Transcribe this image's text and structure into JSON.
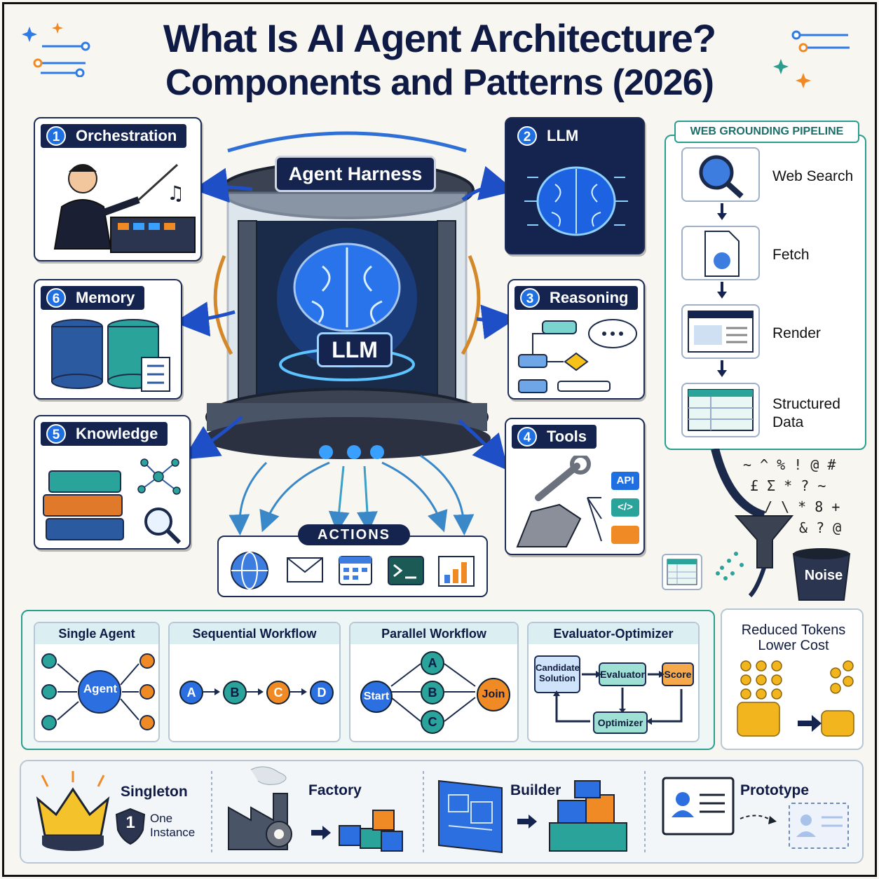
{
  "title": {
    "line1": "What Is AI Agent Architecture?",
    "line2": "Components and Patterns (2026)"
  },
  "center": {
    "harness_label": "Agent Harness",
    "llm_label": "LLM",
    "actions_label": "ACTIONS"
  },
  "components": [
    {
      "num": "1",
      "label": "Orchestration"
    },
    {
      "num": "2",
      "label": "LLM"
    },
    {
      "num": "3",
      "label": "Reasoning"
    },
    {
      "num": "4",
      "label": "Tools"
    },
    {
      "num": "5",
      "label": "Knowledge"
    },
    {
      "num": "6",
      "label": "Memory"
    }
  ],
  "tools_tags": [
    "API",
    "</>"
  ],
  "pipeline": {
    "title": "WEB GROUNDING PIPELINE",
    "steps": [
      "Web Search",
      "Fetch",
      "Render",
      "Structured Data"
    ],
    "noise_label": "Noise",
    "result_line1": "Reduced Tokens",
    "result_line2": "Lower Cost"
  },
  "patterns": {
    "single": {
      "title": "Single Agent",
      "agent": "Agent"
    },
    "sequential": {
      "title": "Sequential Workflow",
      "nodes": [
        "A",
        "B",
        "C",
        "D"
      ]
    },
    "parallel": {
      "title": "Parallel Workflow",
      "start": "Start",
      "nodes": [
        "A",
        "B",
        "C"
      ],
      "join": "Join"
    },
    "evaluator": {
      "title": "Evaluator-Optimizer",
      "candidate": "Candidate Solution",
      "evaluator": "Evaluator",
      "score": "Score",
      "optimizer": "Optimizer"
    }
  },
  "design_patterns": {
    "singleton": "Singleton",
    "singleton_badge": "1",
    "one_instance": "One Instance",
    "factory": "Factory",
    "builder": "Builder",
    "prototype": "Prototype"
  },
  "colors": {
    "navy": "#14244f",
    "accent_blue": "#1f6fe0",
    "teal": "#2a9d8f",
    "orange": "#f08a24"
  }
}
